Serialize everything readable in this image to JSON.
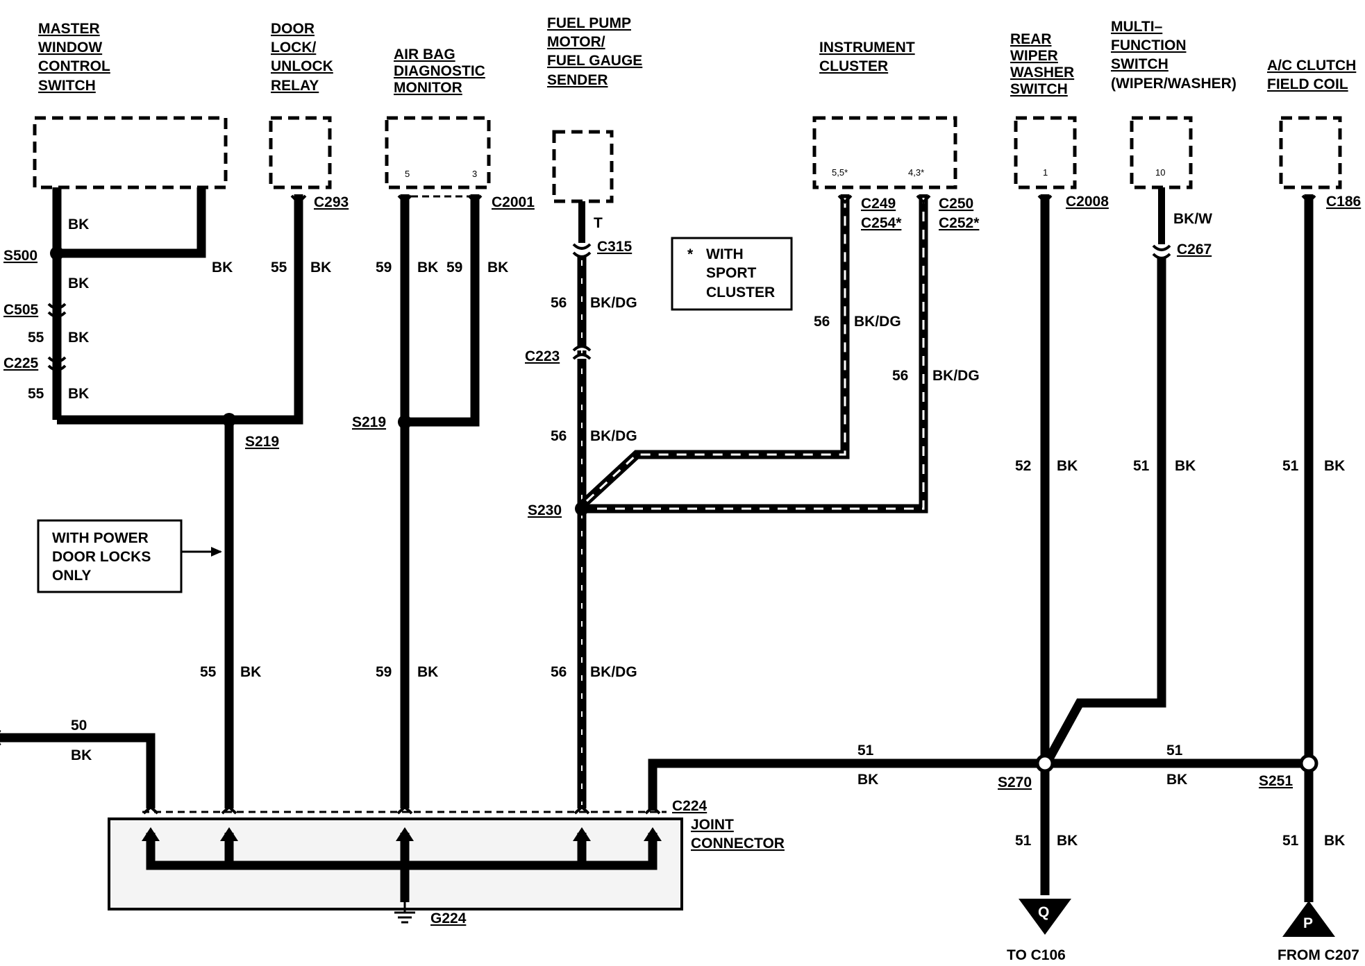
{
  "components": {
    "master_window": [
      "MASTER",
      "WINDOW",
      "CONTROL",
      "SWITCH"
    ],
    "door_lock": [
      "DOOR",
      "LOCK/",
      "UNLOCK",
      "RELAY"
    ],
    "air_bag": [
      "AIR BAG",
      "DIAGNOSTIC",
      "MONITOR"
    ],
    "fuel_pump": [
      "FUEL PUMP",
      "MOTOR/",
      "FUEL GAUGE",
      "SENDER"
    ],
    "instrument": [
      "INSTRUMENT",
      "CLUSTER"
    ],
    "rear_wiper": [
      "REAR",
      "WIPER",
      "WASHER",
      "SWITCH"
    ],
    "multi_function": [
      "MULTI–",
      "FUNCTION",
      "SWITCH"
    ],
    "multi_function_sub": "(WIPER/WASHER)",
    "ac_clutch": [
      "A/C CLUTCH",
      "FIELD COIL"
    ]
  },
  "pins": {
    "airbag_a": "5",
    "airbag_b": "3",
    "inst_a": "5,5*",
    "inst_b": "4,3*",
    "rear_wiper": "1",
    "multi_function": "10"
  },
  "connectors": {
    "c293": "C293",
    "c2001": "C2001",
    "c315": "C315",
    "c249": "C249",
    "c254": "C254*",
    "c250": "C250",
    "c252": "C252*",
    "c2008": "C2008",
    "c267": "C267",
    "c186": "C186",
    "c505": "C505",
    "c225": "C225",
    "c223": "C223",
    "c224": "C224"
  },
  "splices": {
    "s500": "S500",
    "s219a": "S219",
    "s219b": "S219",
    "s230": "S230",
    "s270": "S270",
    "s251": "S251"
  },
  "joint_connector": [
    "JOINT",
    "CONNECTOR"
  ],
  "ground": "G224",
  "note_sport": [
    "WITH",
    "SPORT",
    "CLUSTER"
  ],
  "note_sport_star": "*",
  "note_power_locks": [
    "WITH POWER",
    "DOOR LOCKS",
    "ONLY"
  ],
  "wires": {
    "bk": "BK",
    "bkdg": "BK/DG",
    "bkw": "BK/W",
    "t": "T",
    "n50": "50",
    "n51": "51",
    "n52": "52",
    "n55": "55",
    "n56": "56",
    "n59": "59"
  },
  "terminals": {
    "q_letter": "Q",
    "q_label": "TO C106",
    "p_letter": "P",
    "p_label": "FROM C207"
  }
}
